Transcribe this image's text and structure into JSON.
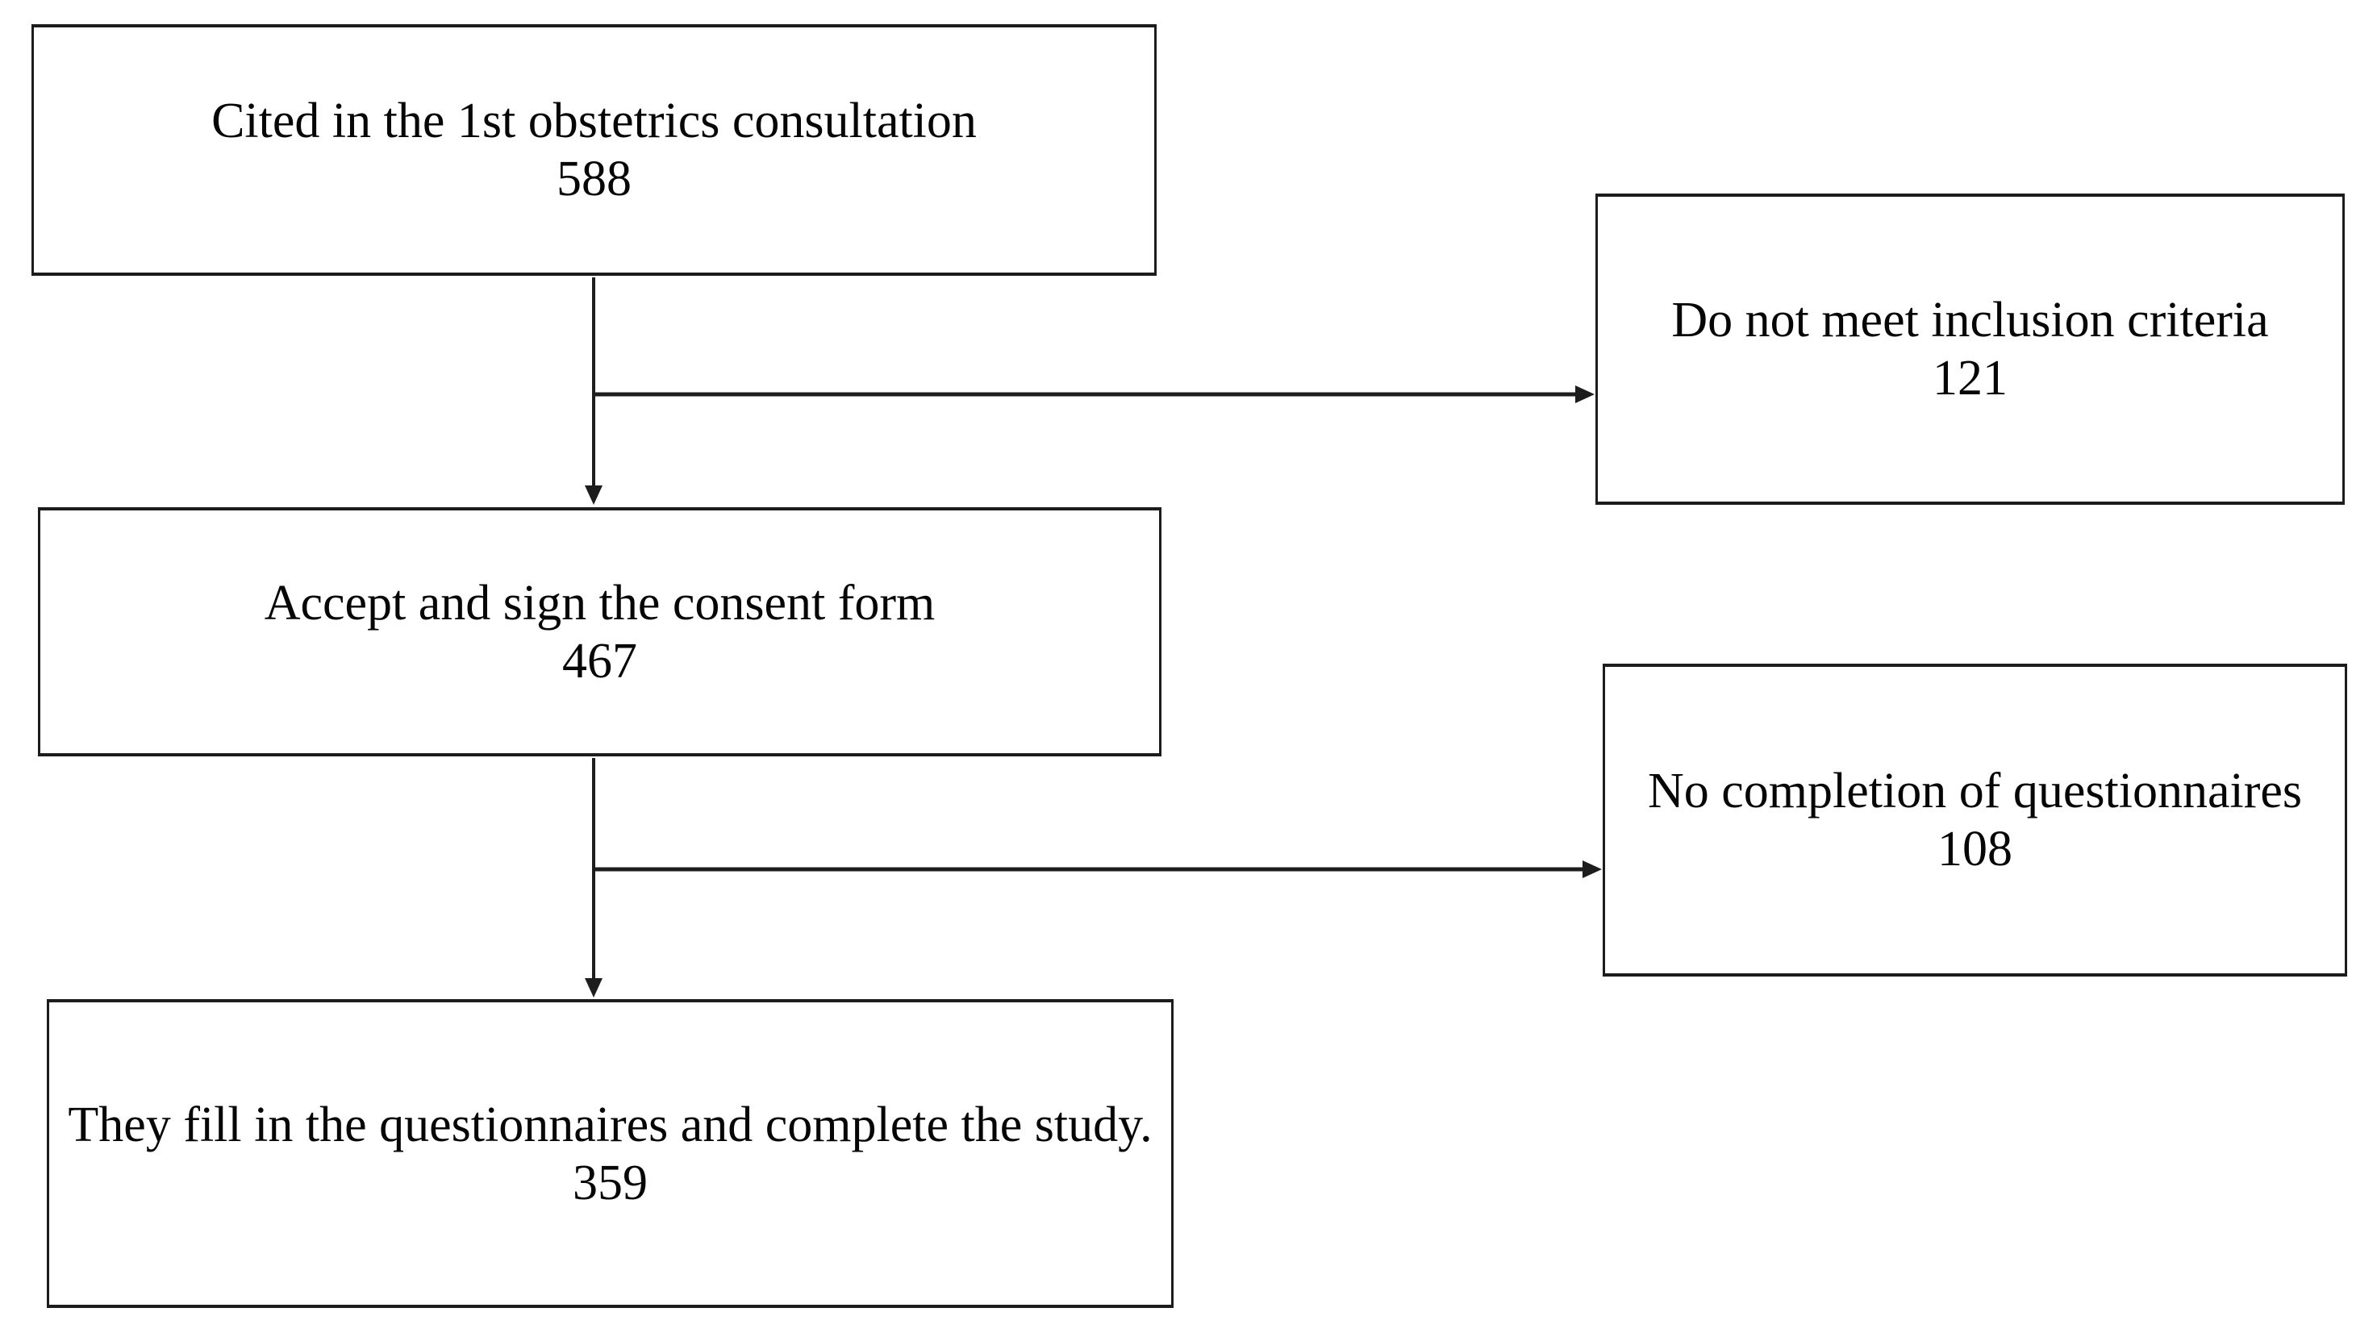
{
  "diagram": {
    "type": "flowchart",
    "background": "#ffffff",
    "line_color": "#1d1d1d",
    "text_color": "#060606",
    "nodes": {
      "cited": {
        "label": "Cited in the 1st obstetrics consultation",
        "count": "588"
      },
      "consent": {
        "label": "Accept and sign the consent form",
        "count": "467"
      },
      "completed": {
        "label": "They fill in the questionnaires and complete the study.",
        "count": "359"
      },
      "excluded_inclusion": {
        "label": "Do not meet inclusion criteria",
        "count": "121"
      },
      "excluded_questionnaires": {
        "label": "No completion of questionnaires",
        "count": "108"
      }
    },
    "edges": [
      {
        "from": "cited",
        "to": "consent",
        "direction": "down"
      },
      {
        "from": "cited",
        "to": "excluded_inclusion",
        "direction": "right"
      },
      {
        "from": "consent",
        "to": "completed",
        "direction": "down"
      },
      {
        "from": "consent",
        "to": "excluded_questionnaires",
        "direction": "right"
      }
    ]
  }
}
